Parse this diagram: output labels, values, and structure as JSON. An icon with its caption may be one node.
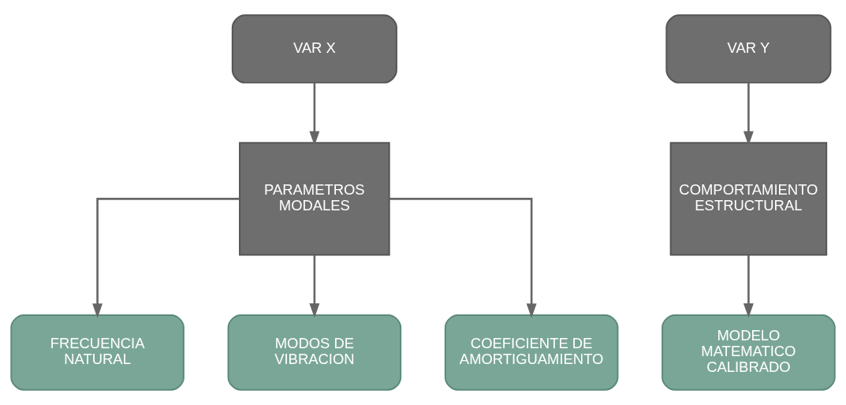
{
  "diagram": {
    "nodes": [
      {
        "text": [
          "VAR X"
        ]
      },
      {
        "text": [
          "PARAMETROS MODALES"
        ]
      },
      {
        "text": [
          "FRECUENCIA NATURAL"
        ]
      },
      {
        "text": [
          "MODOS DE VIBRACION"
        ]
      },
      {
        "text": [
          "COEFICIENTE DE AMORTIGUAMIENTO"
        ]
      },
      {
        "text": [
          "VAR Y"
        ]
      },
      {
        "text": [
          "COMPORTAMIENTO ESTRUCTURAL"
        ]
      },
      {
        "text": [
          "MODELO MATEMATICO CALIBRADO"
        ]
      }
    ],
    "edges": [
      {
        "from": 0,
        "to": 1,
        "arrow": "to"
      },
      {
        "from": 1,
        "to": 2,
        "arrow": "to"
      },
      {
        "from": 1,
        "to": 3,
        "arrow": "to"
      },
      {
        "from": 1,
        "to": 4,
        "arrow": "to"
      },
      {
        "from": 5,
        "to": 6,
        "arrow": "to"
      },
      {
        "from": 6,
        "to": 7,
        "arrow": "to"
      }
    ]
  }
}
